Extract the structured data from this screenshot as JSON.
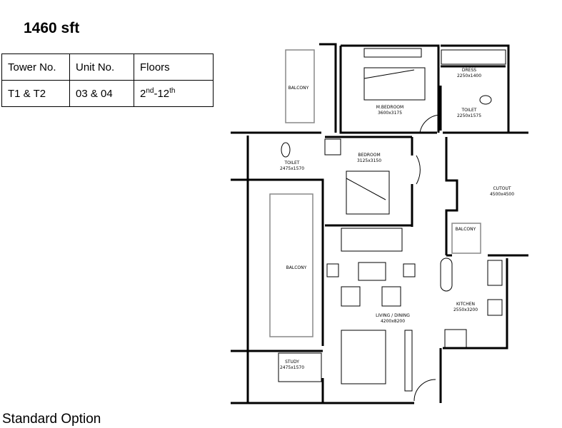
{
  "header": {
    "area": "1460 sft"
  },
  "spec_table": {
    "headers": [
      "Tower No.",
      "Unit No.",
      "Floors"
    ],
    "row": {
      "tower": "T1 & T2",
      "unit": "03 & 04",
      "floors_from": "2",
      "floors_from_suffix": "nd",
      "floors_sep": "-",
      "floors_to": "12",
      "floors_to_suffix": "th"
    }
  },
  "plan": {
    "rooms": {
      "balcony_top": "BALCONY",
      "m_bedroom": "M.BEDROOM",
      "m_bedroom_size": "3600x3175",
      "dress": "DRESS",
      "dress_size": "2250x1400",
      "toilet_right": "TOILET",
      "toilet_right_size": "2250x1575",
      "toilet_left": "TOILET",
      "toilet_left_size": "2475x1570",
      "bedroom": "BEDROOM",
      "bedroom_size": "3125x3150",
      "cutout": "CUTOUT",
      "cutout_size": "4500x4500",
      "balcony_big": "BALCONY",
      "balcony_small": "BALCONY",
      "kitchen": "KITCHEN",
      "kitchen_size": "2550x3200",
      "living": "LIVING / DINING",
      "living_size": "4200x8200",
      "study": "STUDY",
      "study_size": "2475x1570"
    }
  },
  "footer": {
    "option": "Standard Option"
  }
}
